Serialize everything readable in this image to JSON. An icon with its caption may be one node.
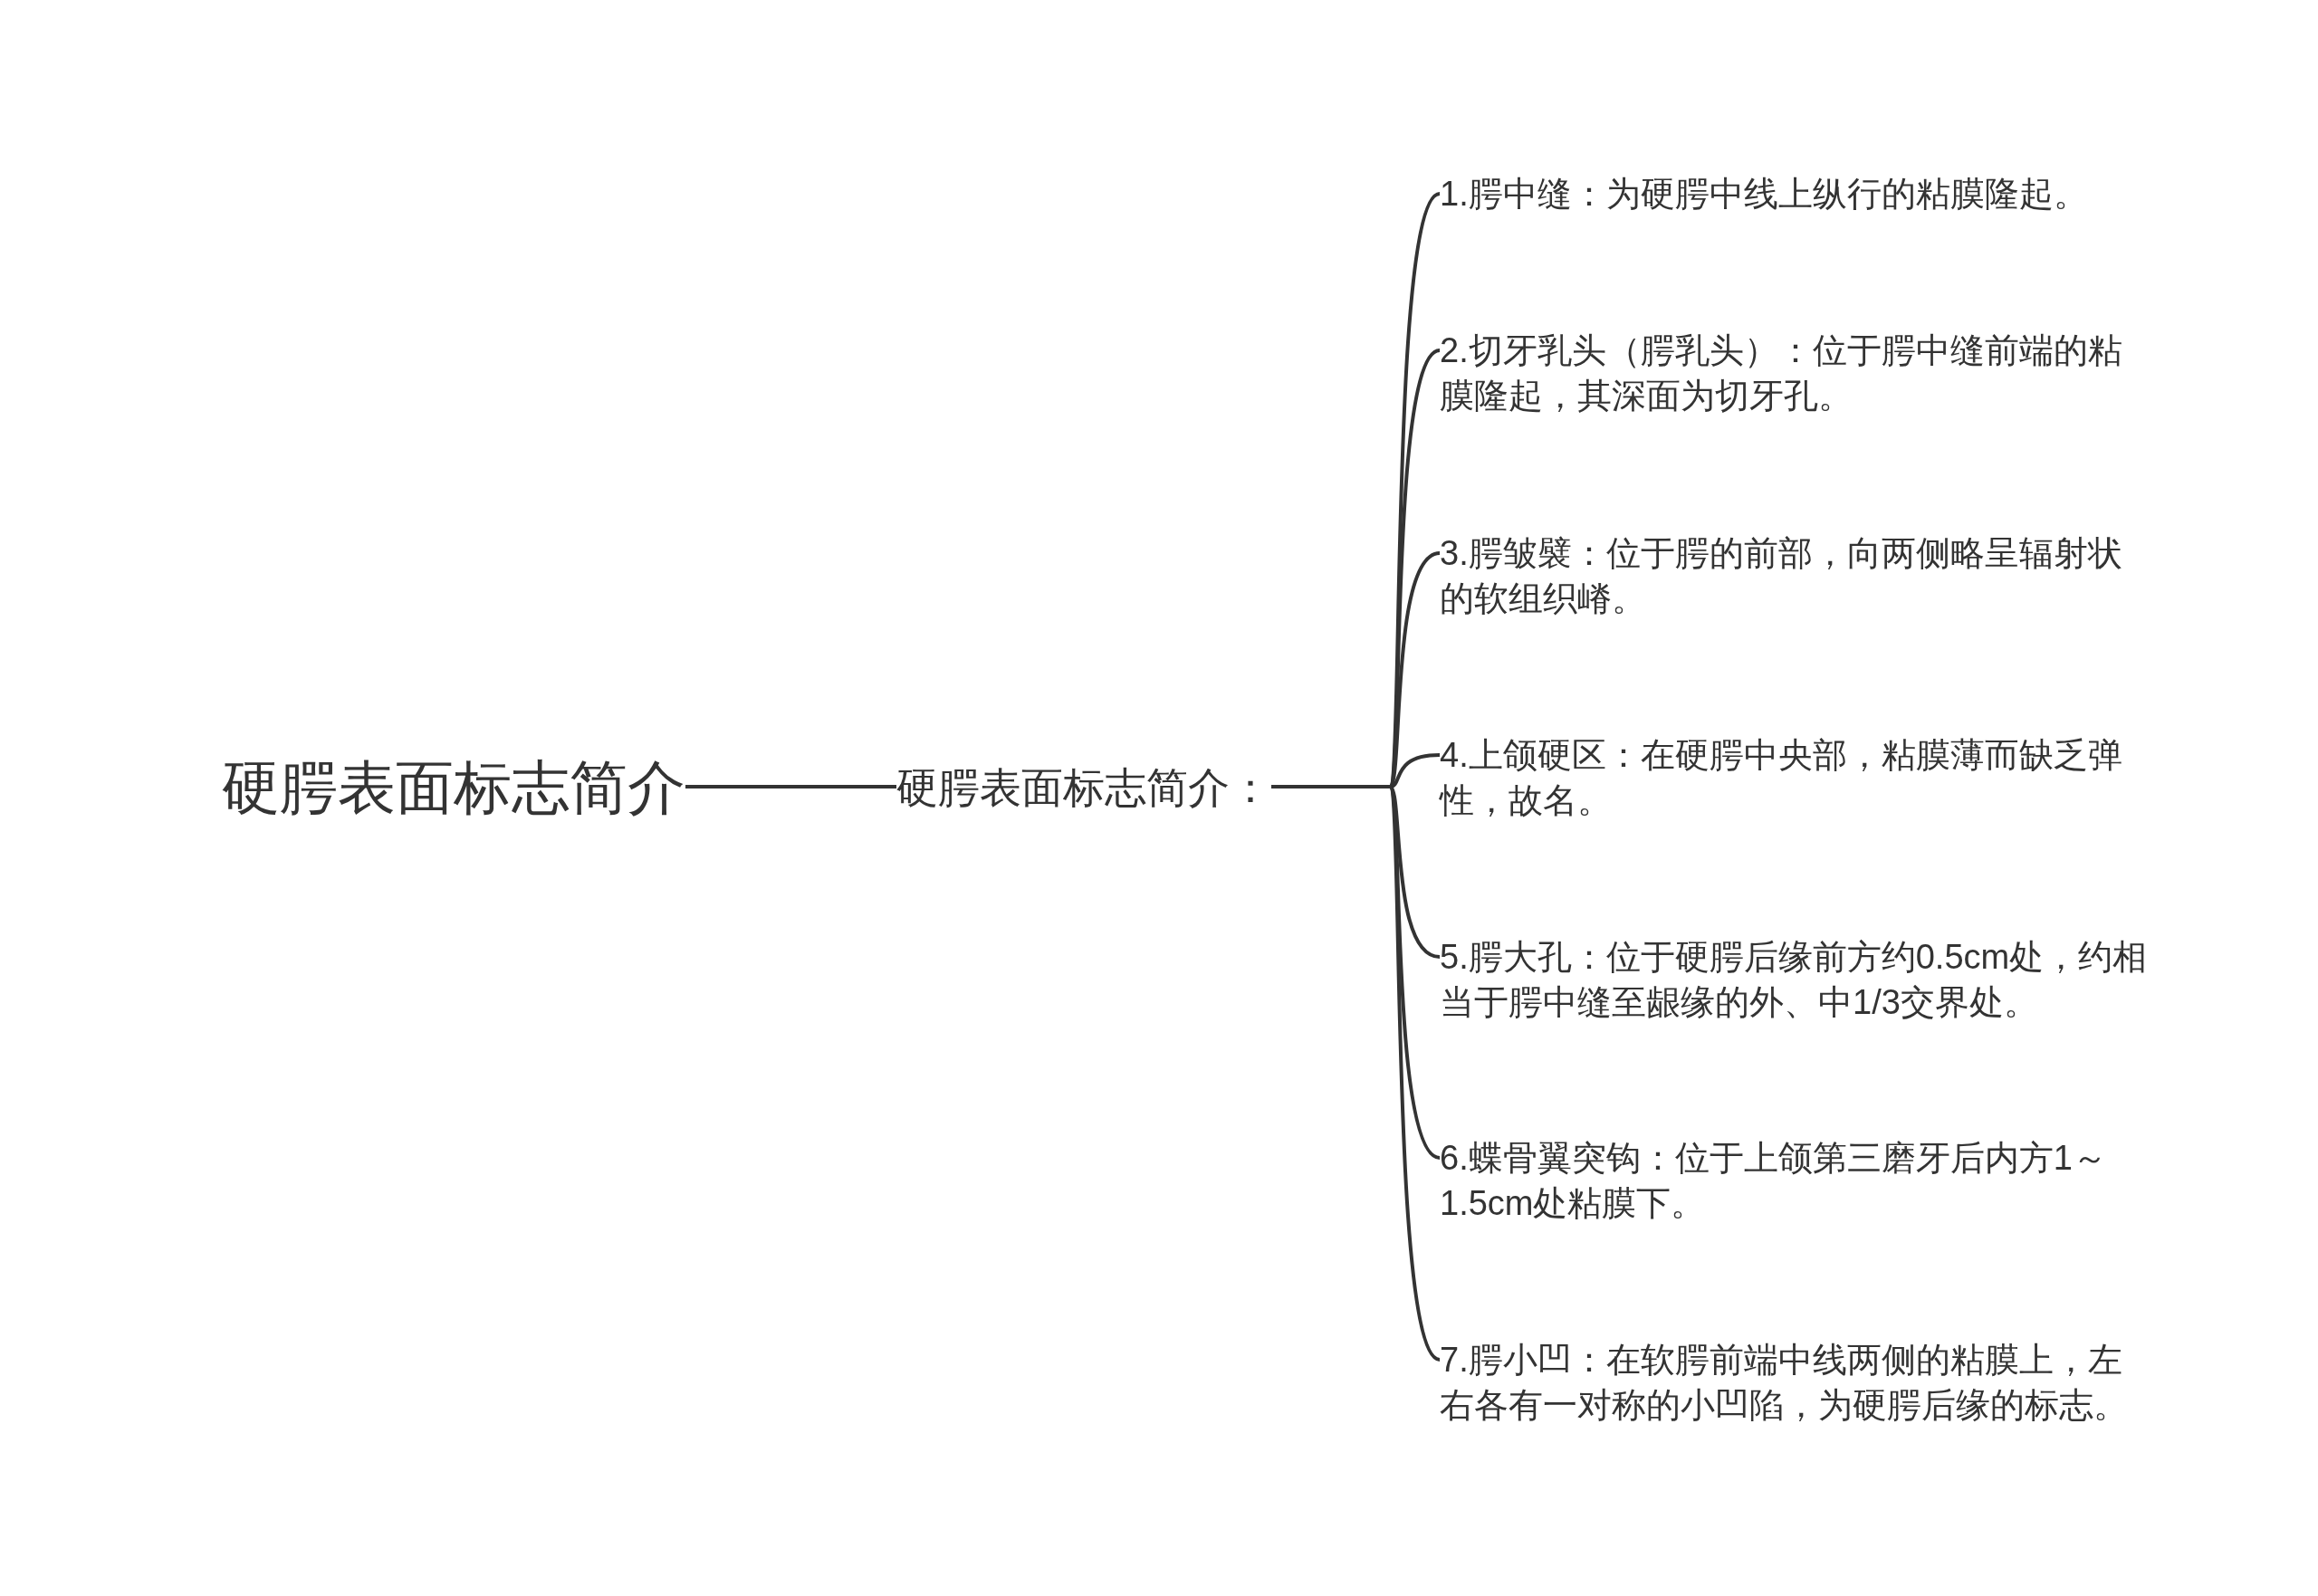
{
  "diagram": {
    "nodes": [
      {
        "text": [
          "硬腭表面标志简介"
        ]
      },
      {
        "text": [
          "硬腭表面标志简介："
        ]
      },
      {
        "text": [
          "1.腭中缝：为硬腭中线上纵行的粘膜隆起。"
        ]
      },
      {
        "text": [
          "2.切牙乳头（腭乳头）：位于腭中缝前端的粘膜隆起，其深面为切牙孔。"
        ]
      },
      {
        "text": [
          "3.腭皱襞：位于腭的前部，向两侧略呈辐射状的软组织嵴。"
        ]
      },
      {
        "text": [
          "4.上颌硬区：在硬腭中央部，粘膜薄而缺乏弹性，故名。"
        ]
      },
      {
        "text": [
          "5.腭大孔：位于硬腭后缘前方约0.5cm处，约相当于腭中缝至龈缘的外、中1/3交界处。"
        ]
      },
      {
        "text": [
          "6.蝶骨翼突钩：位于上颌第三磨牙后内方1～1.5cm处粘膜下。"
        ]
      },
      {
        "text": [
          "7.腭小凹：在软腭前端中线两侧的粘膜上，左右各有一对称的小凹陷，为硬腭后缘的标志。"
        ]
      }
    ],
    "edges": [
      {
        "from": 0,
        "to": 1,
        "arrow": "none"
      },
      {
        "from": 1,
        "to": 2,
        "arrow": "none"
      },
      {
        "from": 1,
        "to": 3,
        "arrow": "none"
      },
      {
        "from": 1,
        "to": 4,
        "arrow": "none"
      },
      {
        "from": 1,
        "to": 5,
        "arrow": "none"
      },
      {
        "from": 1,
        "to": 6,
        "arrow": "none"
      },
      {
        "from": 1,
        "to": 7,
        "arrow": "none"
      },
      {
        "from": 1,
        "to": 8,
        "arrow": "none"
      }
    ]
  }
}
